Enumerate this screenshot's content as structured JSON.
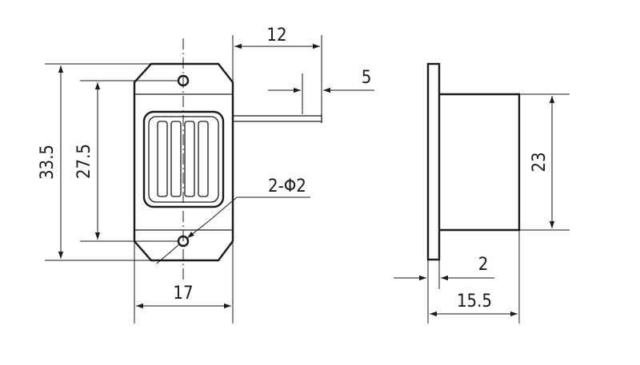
{
  "dimensions": {
    "width_top": "12",
    "wire_gap": "5",
    "height_outer": "33.5",
    "hole_spacing": "27.5",
    "hole_callout": "2-Φ2",
    "body_width": "17",
    "side_height": "23",
    "flange_thickness": "2",
    "depth": "15.5"
  },
  "colors": {
    "line": "#1a1a1a",
    "background": "#ffffff"
  }
}
